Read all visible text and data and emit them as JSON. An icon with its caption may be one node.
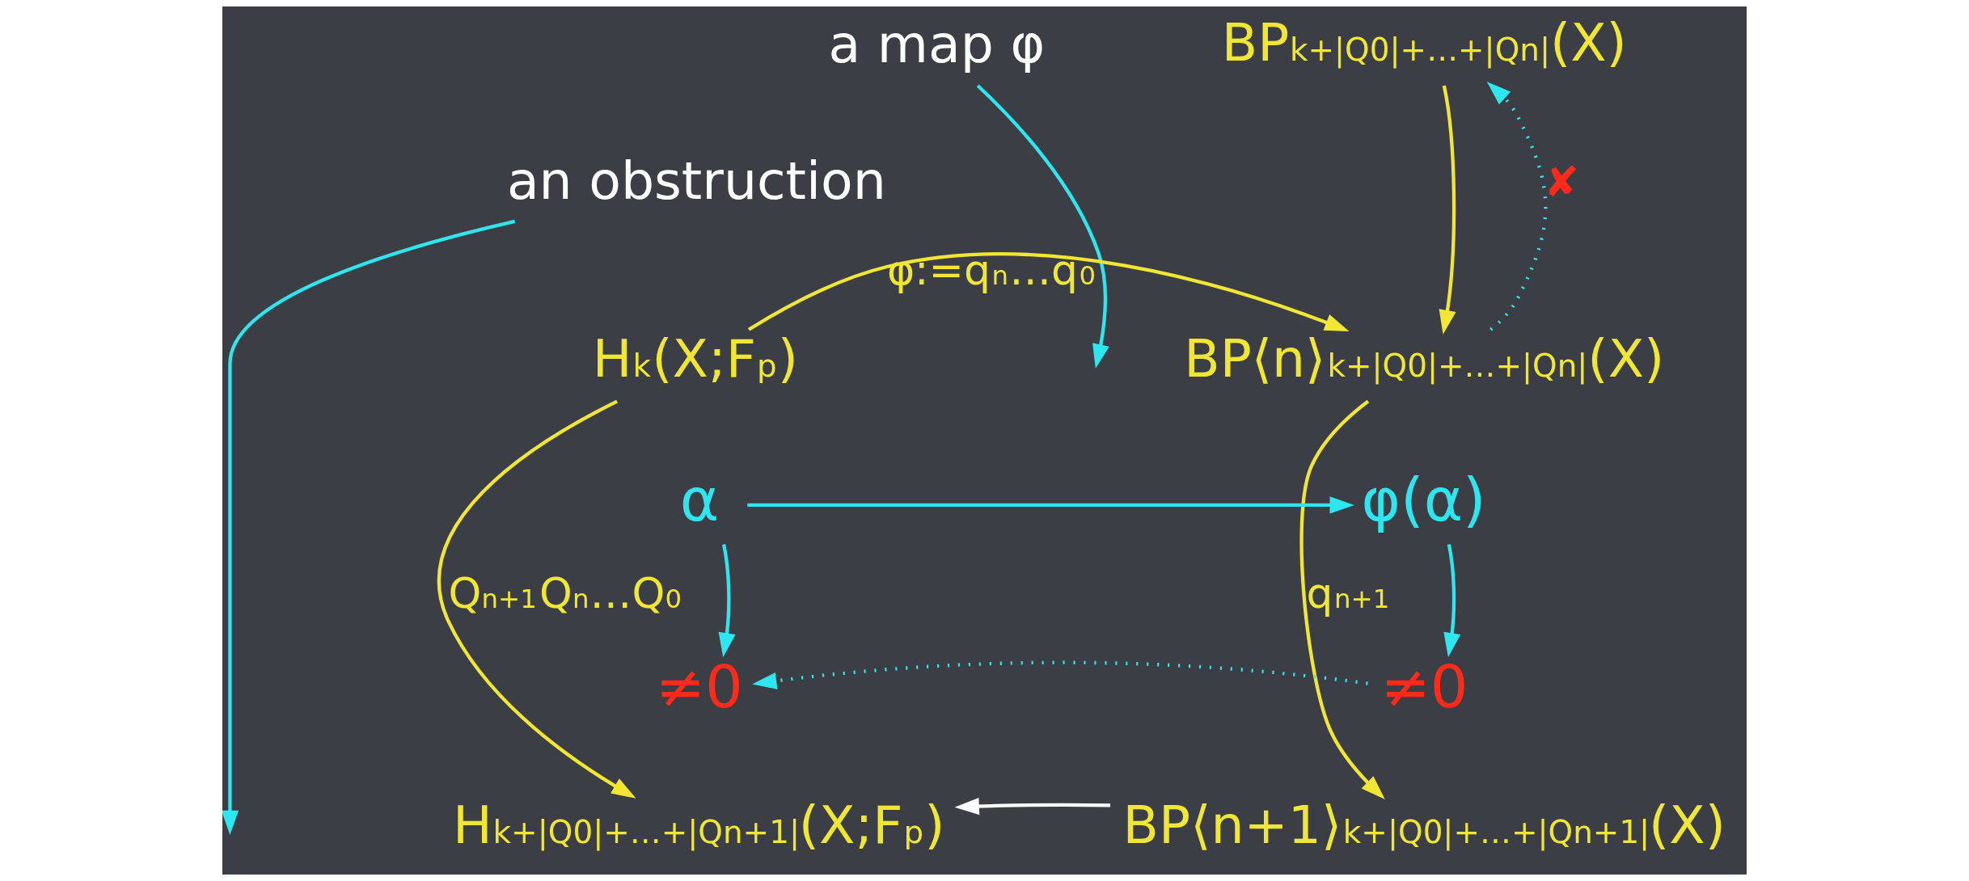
{
  "diagram": {
    "nodes": [
      {
        "text": [
          "a map φ"
        ]
      },
      {
        "text": [
          "an obstruction"
        ]
      },
      {
        "text": [
          "BP$^{k+|Q0|+…+|Qn|}$(X)"
        ]
      },
      {
        "text": [
          "H$^{k}$(X;F$_{p}$)"
        ]
      },
      {
        "text": [
          "BP⟨n⟩$^{k+|Q0|+…+|Qn|}$(X)"
        ]
      },
      {
        "text": [
          "α"
        ]
      },
      {
        "text": [
          "φ(α)"
        ]
      },
      {
        "text": [
          "≠0"
        ]
      },
      {
        "text": [
          "≠0"
        ]
      },
      {
        "text": [
          "H$^{k+|Q0|+…+|Qn+1|}$(X;F$_{p}$)"
        ]
      },
      {
        "text": [
          "BP⟨n+1⟩$^{k+|Q0|+…+|Qn+1|}$(X)"
        ]
      }
    ],
    "edges": [
      {
        "from": 0,
        "to": null,
        "arrow": "to"
      },
      {
        "from": 1,
        "to": null,
        "arrow": "to"
      },
      {
        "from": 2,
        "to": 4,
        "arrow": "to",
        "color": "#f2e634"
      },
      {
        "from": 4,
        "to": 2,
        "arrow": "to",
        "style": "dashed",
        "label": "✘"
      },
      {
        "from": 3,
        "to": 4,
        "arrow": "to",
        "label": "φ:=q$_{n}$…q$_{0}$",
        "color": "#f2e634"
      },
      {
        "from": 5,
        "to": 6,
        "arrow": "to"
      },
      {
        "from": 5,
        "to": 7,
        "arrow": "to"
      },
      {
        "from": 6,
        "to": 8,
        "arrow": "to"
      },
      {
        "from": 3,
        "to": 9,
        "arrow": "to",
        "label": "Q$_{n+1}$Q$_{n}$…Q$_{0}$",
        "color": "#f2e634"
      },
      {
        "from": 4,
        "to": 10,
        "arrow": "to",
        "label": "q$_{n+1}$",
        "color": "#f2e634"
      },
      {
        "from": 8,
        "to": 7,
        "arrow": "to",
        "style": "dashed"
      },
      {
        "from": 10,
        "to": 9,
        "arrow": "to",
        "color": "#ffffff"
      }
    ]
  }
}
